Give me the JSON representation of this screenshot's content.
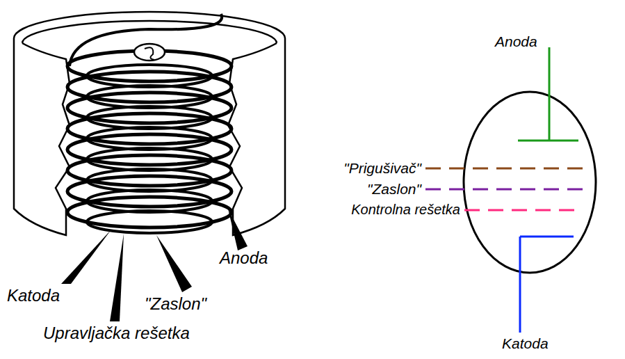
{
  "diagram": {
    "labels": [
      "Anoda",
      "\"Prigušivač\"",
      "\"Zaslon\"",
      "Kontrolna rešetka",
      "Anoda",
      "Katoda",
      "\"Zaslon\"",
      "Upravljačka rešetka",
      "Katoda"
    ]
  }
}
